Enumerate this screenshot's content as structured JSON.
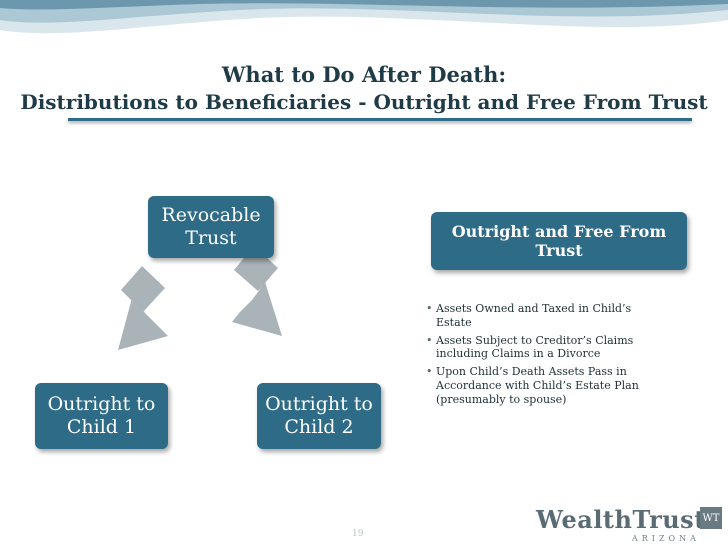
{
  "title": {
    "line1": "What to Do After Death:",
    "line2": "Distributions to Beneficiaries - Outright and Free From Trust"
  },
  "diagram": {
    "trust_box": {
      "line1": "Revocable",
      "line2": "Trust"
    },
    "child1_box": {
      "line1": "Outright to",
      "line2": "Child 1"
    },
    "child2_box": {
      "line1": "Outright to",
      "line2": "Child 2"
    },
    "outright_box": {
      "line1": "Outright and Free From",
      "line2": "Trust"
    },
    "bullets": [
      "Assets Owned and Taxed in Child’s Estate",
      "Assets Subject to Creditor’s Claims including Claims in a Divorce",
      "Upon Child’s Death Assets Pass in Accordance with Child’s Estate Plan (presumably to spouse)"
    ]
  },
  "footer": {
    "page_number": "19",
    "logo_text": "WealthTrust",
    "logo_sub": "ARIZONA",
    "logo_mark": "WT"
  },
  "colors": {
    "box": "#2e6b86",
    "title": "#1f3b47",
    "arrow": "#a9b3b8"
  },
  "icons": [
    "arrow-down-left-icon",
    "arrow-down-right-icon"
  ]
}
